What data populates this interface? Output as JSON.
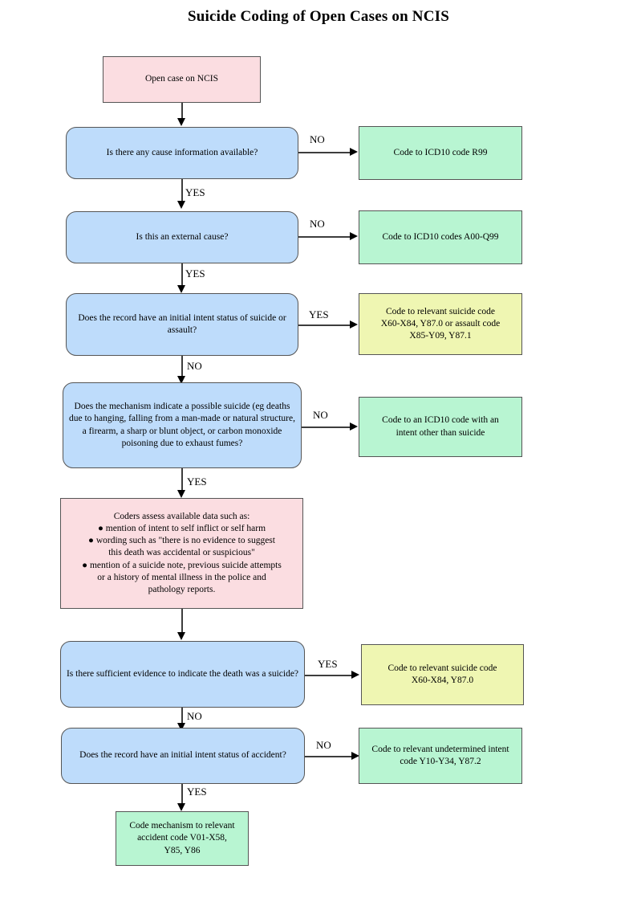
{
  "title": "Suicide Coding of Open Cases on NCIS",
  "colors": {
    "decision_fill": "#bedcfb",
    "process_fill": "#fbdde1",
    "terminal_green_fill": "#b8f5d2",
    "terminal_yellow_fill": "#eff6b2",
    "border": "#555555",
    "connector": "#3d3d3d",
    "text": "#000000"
  },
  "nodes": {
    "start": {
      "label": "Open case on NCIS",
      "type": "process"
    },
    "q_cause_info": {
      "label": "Is there any cause information available?",
      "type": "decision"
    },
    "out_r99": {
      "label": "Code to ICD10 code R99",
      "type": "terminal-green"
    },
    "q_external": {
      "label": "Is this an external cause?",
      "type": "decision"
    },
    "out_a00q99": {
      "label": "Code to ICD10 codes A00-Q99",
      "type": "terminal-green"
    },
    "q_intent_suicide": {
      "label": "Does the record have an initial intent status of suicide or assault?",
      "type": "decision"
    },
    "out_suicide_assault": {
      "label": "Code to relevant suicide code\nX60-X84, Y87.0 or assault code\nX85-Y09, Y87.1",
      "type": "terminal-yellow"
    },
    "q_mechanism": {
      "label": "Does the mechanism indicate a possible suicide (eg deaths due to hanging, falling from a man-made or natural structure, a firearm, a sharp or blunt object, or carbon monoxide poisoning due to exhaust fumes?",
      "type": "decision"
    },
    "out_other_intent": {
      "label": "Code to an ICD10 code with an\nintent other than suicide",
      "type": "terminal-green"
    },
    "coders_assess": {
      "label": "Coders assess available data such as:\n● mention of intent to self inflict or self harm\n● wording such as \"there is no evidence to suggest\nthis death was accidental or suspicious\"\n● mention of a suicide note, previous suicide attempts\nor a history of mental illness in the police and\npathology reports.",
      "type": "process"
    },
    "q_sufficient_evidence": {
      "label": "Is there sufficient evidence to indicate the death was a suicide?",
      "type": "decision"
    },
    "out_suicide_code": {
      "label": "Code to relevant suicide code\nX60-X84, Y87.0",
      "type": "terminal-yellow"
    },
    "q_intent_accident": {
      "label": "Does the record have an initial intent status of accident?",
      "type": "decision"
    },
    "out_undetermined": {
      "label": "Code to relevant undetermined intent\ncode Y10-Y34, Y87.2",
      "type": "terminal-green"
    },
    "out_accident": {
      "label": "Code mechanism to relevant\naccident code V01-X58,\nY85, Y86",
      "type": "terminal-green"
    }
  },
  "edge_labels": {
    "cause_no": "NO",
    "cause_yes": "YES",
    "external_no": "NO",
    "external_yes": "YES",
    "intent_suicide_yes": "YES",
    "intent_suicide_no": "NO",
    "mechanism_no": "NO",
    "mechanism_yes": "YES",
    "evidence_yes": "YES",
    "evidence_no": "NO",
    "accident_no": "NO",
    "accident_yes": "YES"
  }
}
